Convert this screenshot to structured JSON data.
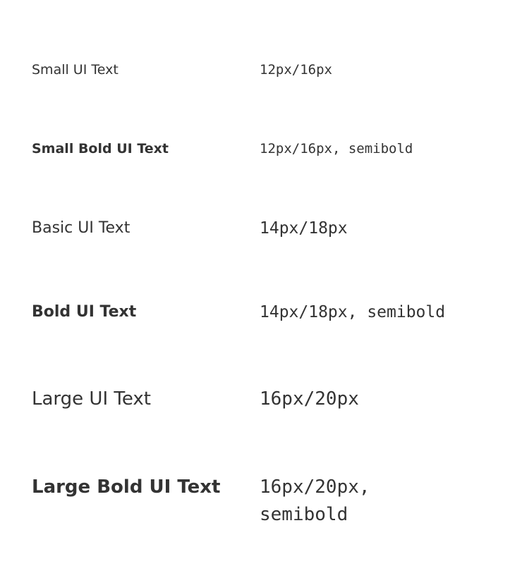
{
  "type_scale": [
    {
      "sample": "Small UI Text",
      "spec": "12px/16px"
    },
    {
      "sample": "Small Bold UI Text",
      "spec": "12px/16px, semibold"
    },
    {
      "sample": "Basic UI Text",
      "spec": "14px/18px"
    },
    {
      "sample": "Bold UI Text",
      "spec": "14px/18px, semibold"
    },
    {
      "sample": "Large UI Text",
      "spec": "16px/20px"
    },
    {
      "sample": "Large Bold UI Text",
      "spec": "16px/20px, semibold"
    }
  ],
  "colors": {
    "text": "#333333",
    "background": "#ffffff"
  }
}
